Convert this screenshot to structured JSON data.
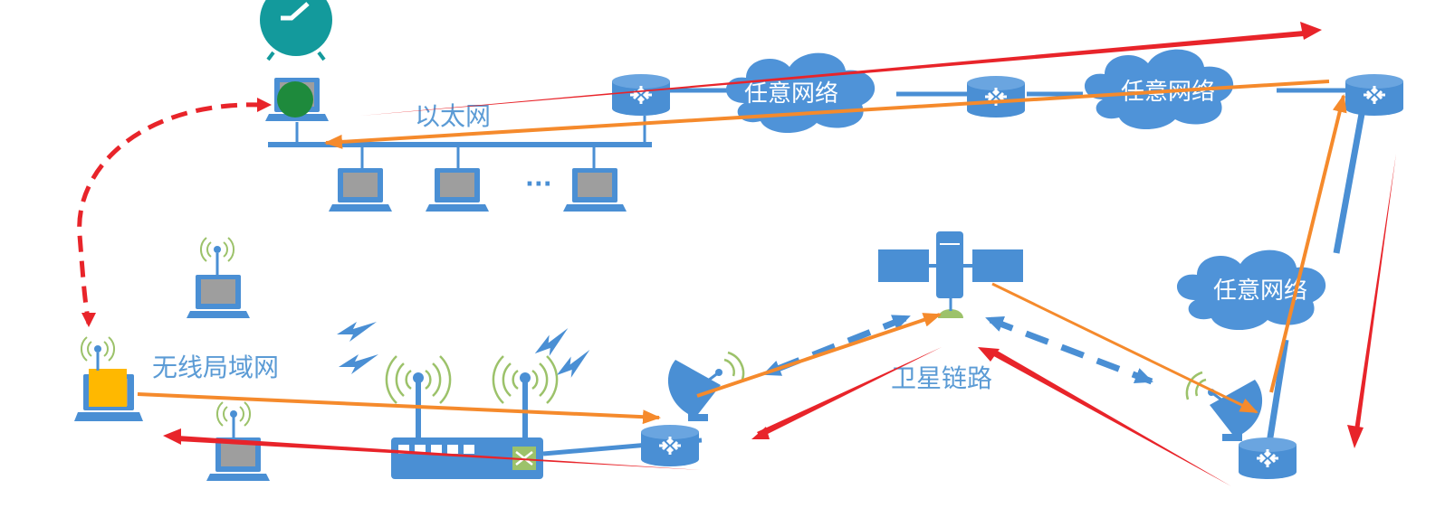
{
  "labels": {
    "ethernet": "以太网",
    "wlan": "无线局域网",
    "satellite_link": "卫星链路",
    "cloud_top_left": "任意网络",
    "cloud_top_right": "任意网络",
    "cloud_right": "任意网络",
    "ellipsis": "···"
  },
  "colors": {
    "device_blue": "#4a8fd4",
    "cloud_blue": "#4f93d8",
    "label_blue": "#5b9bd5",
    "red_arrow": "#e8242a",
    "orange_arrow": "#f58a2c",
    "clock_teal": "#139a9c",
    "host_green": "#1e8a3c",
    "host_yellow": "#ffb800",
    "wave_green": "#9cc26a"
  },
  "icons": [
    "alarm-clock-icon",
    "laptop-icon",
    "router-icon",
    "cloud-icon",
    "satellite-icon",
    "satellite-dish-icon",
    "wifi-access-point-icon",
    "lightning-icon"
  ]
}
